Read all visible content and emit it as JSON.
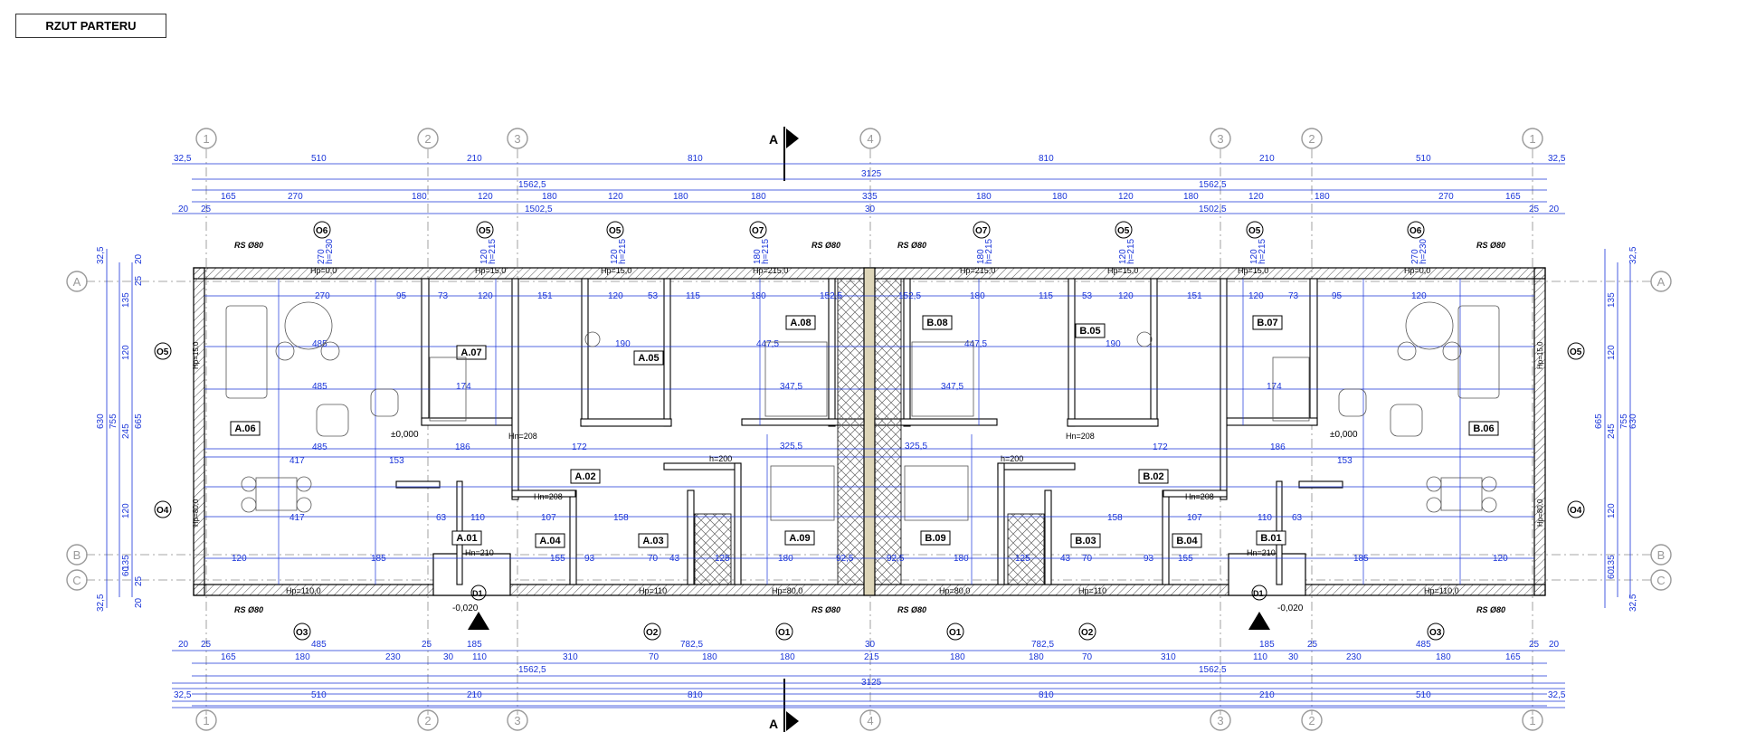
{
  "title": "RZUT PARTERU",
  "section_marker": "A",
  "top_axes": [
    {
      "label": "1"
    },
    {
      "label": "2"
    },
    {
      "label": "3"
    },
    {
      "label": "4"
    },
    {
      "label": "3"
    },
    {
      "label": "2"
    },
    {
      "label": "1"
    }
  ],
  "side_axes_left": [
    "A",
    "B",
    "C"
  ],
  "side_axes_right": [
    "A",
    "B",
    "C"
  ],
  "dim_row1": {
    "edge_l": "32,5",
    "segments": [
      "510",
      "210",
      "810",
      "810",
      "210",
      "510"
    ],
    "edge_r": "32,5"
  },
  "dim_row2": {
    "total": "3125"
  },
  "dim_row3": {
    "left": "1562,5",
    "right": "1562,5"
  },
  "dim_row4": {
    "segments": [
      "165",
      "270",
      "180",
      "120",
      "180",
      "120",
      "180",
      "180",
      "335",
      "180",
      "180",
      "120",
      "180",
      "120",
      "180",
      "270",
      "165"
    ]
  },
  "dim_row5": {
    "edge_l": "20",
    "small_l": "25",
    "left": "1502,5",
    "mid": "30",
    "right": "1502,5",
    "small_r": "25",
    "edge_r": "20"
  },
  "left_dims": {
    "outer": [
      "32,5",
      "135",
      "120",
      "245",
      "120",
      "135",
      "60",
      "32,5"
    ],
    "total_a": "630",
    "total_b": "755",
    "total_c": "665",
    "inner_a": "20",
    "inner_b": "20",
    "inner_c": "25",
    "inner_d": "25"
  },
  "right_dims": {
    "outer": [
      "32,5",
      "135",
      "120",
      "245",
      "120",
      "135",
      "60",
      "32,5"
    ],
    "total_a": "630",
    "total_b": "755",
    "total_c": "665"
  },
  "windows_top": [
    {
      "mark": "O6",
      "size": "270",
      "h": "h=230"
    },
    {
      "mark": "O5",
      "size": "120",
      "h": "h=215"
    },
    {
      "mark": "O5",
      "size": "120",
      "h": "h=215"
    },
    {
      "mark": "O7",
      "size": "180",
      "h": "h=215"
    },
    {
      "mark": "O7",
      "size": "180",
      "h": "h=215"
    },
    {
      "mark": "O5",
      "size": "120",
      "h": "h=215"
    },
    {
      "mark": "O5",
      "size": "120",
      "h": "h=215"
    },
    {
      "mark": "O6",
      "size": "270",
      "h": "h=230"
    }
  ],
  "windows_bottom": [
    "O3",
    "O2",
    "O1",
    "O1",
    "O2",
    "O3"
  ],
  "side_windows": [
    {
      "mark": "O5",
      "side": "left",
      "hp": "Hp=15,0"
    },
    {
      "mark": "O4",
      "side": "left",
      "hp": "Hp=80,0"
    },
    {
      "mark": "O5",
      "side": "right",
      "hp": "Hp=15,0"
    },
    {
      "mark": "O4",
      "side": "right",
      "hp": "Hp=80,0"
    }
  ],
  "rs_labels": [
    "RS Ø80",
    "RS Ø80",
    "RS Ø80",
    "RS Ø80",
    "RS Ø80",
    "RS Ø80",
    "RS Ø80",
    "RS Ø80"
  ],
  "hp_top": [
    "Hp=0,0",
    "Hp=15,0",
    "Hp=15,0",
    "Hp=215,0",
    "Hp=215,0",
    "Hp=15,0",
    "Hp=15,0",
    "Hp=0,0"
  ],
  "hp_bottom": [
    "Hp=110,0",
    "Hp=110",
    "Hp=80,0",
    "Hp=80,0",
    "Hp=110",
    "Hp=110,0"
  ],
  "rooms": [
    {
      "id": "A.07"
    },
    {
      "id": "A.05"
    },
    {
      "id": "A.08"
    },
    {
      "id": "A.06"
    },
    {
      "id": "A.02"
    },
    {
      "id": "A.01"
    },
    {
      "id": "A.04"
    },
    {
      "id": "A.03"
    },
    {
      "id": "A.09"
    },
    {
      "id": "B.08"
    },
    {
      "id": "B.05"
    },
    {
      "id": "B.07"
    },
    {
      "id": "B.06"
    },
    {
      "id": "B.02"
    },
    {
      "id": "B.09"
    },
    {
      "id": "B.03"
    },
    {
      "id": "B.04"
    },
    {
      "id": "B.01"
    }
  ],
  "level_marks": [
    "±0,000",
    "±0,000",
    "-0,020",
    "-0,020"
  ],
  "doors": [
    "D1",
    "D1"
  ],
  "bottom_rows": {
    "row1": {
      "edge_l": "20",
      "small_l": "25",
      "a": "485",
      "b": "25",
      "c": "185",
      "d": "782,5",
      "mid": "30",
      "e": "782,5",
      "f": "185",
      "g": "25",
      "h": "485",
      "small_r": "25",
      "edge_r": "20"
    },
    "row2": {
      "segments": [
        "165",
        "180",
        "230",
        "30",
        "110",
        "310",
        "70",
        "180",
        "180",
        "215",
        "180",
        "180",
        "70",
        "310",
        "110",
        "30",
        "230",
        "180",
        "165"
      ]
    },
    "row3": {
      "left": "1562,5",
      "right": "1562,5"
    },
    "row4": {
      "total": "3125"
    },
    "row5": {
      "edge_l": "32,5",
      "segments": [
        "510",
        "210",
        "810",
        "810",
        "210",
        "510"
      ],
      "edge_r": "32,5"
    }
  },
  "interior_dims": [
    "270",
    "95",
    "73",
    "120",
    "151",
    "120",
    "53",
    "115",
    "180",
    "152,5",
    "152,5",
    "180",
    "115",
    "53",
    "120",
    "151",
    "120",
    "73",
    "95",
    "120",
    "485",
    "485",
    "485",
    "417",
    "417",
    "447,5",
    "447,5",
    "347,5",
    "347,5",
    "325,5",
    "325,5",
    "174",
    "174",
    "190",
    "190",
    "186",
    "186",
    "172",
    "172",
    "153",
    "153",
    "158",
    "158",
    "107",
    "107",
    "155",
    "155",
    "93",
    "93",
    "70",
    "70",
    "43",
    "43",
    "125",
    "125",
    "180",
    "180",
    "92,5",
    "92,5",
    "110",
    "110",
    "63",
    "63",
    "185",
    "185",
    "120",
    "120"
  ],
  "heights": [
    "Hn=208",
    "Hn=208",
    "Hn=208",
    "Hn=208",
    "Hn=210",
    "Hn=210",
    "h=200",
    "h=200"
  ]
}
